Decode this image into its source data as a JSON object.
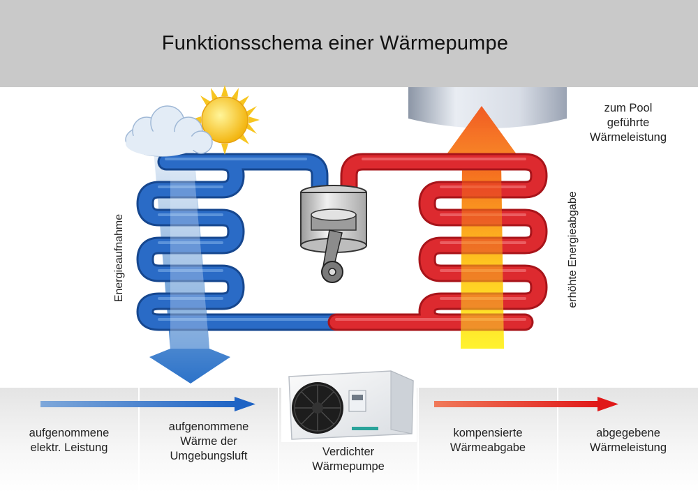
{
  "title": "Funktionsschema einer Wärmepumpe",
  "labels": {
    "pool_top": "zum Pool",
    "pool_mid": "geführte",
    "pool_bottom": "Wärmeleistung",
    "left_vertical": "Energieaufnahme",
    "right_vertical": "erhöhte Energieabgabe"
  },
  "bottom_panels": [
    {
      "line1": "aufgenommene",
      "line2": "elektr. Leistung",
      "line3": ""
    },
    {
      "line1": "aufgenommene",
      "line2": "Wärme der",
      "line3": "Umgebungsluft"
    },
    {
      "line1": "Verdichter",
      "line2": "Wärmepumpe",
      "line3": ""
    },
    {
      "line1": "kompensierte",
      "line2": "Wärmeabgabe",
      "line3": ""
    },
    {
      "line1": "abgegebene",
      "line2": "Wärmeleistung",
      "line3": ""
    }
  ],
  "colors": {
    "cold_pipe": "#1f5fb3",
    "hot_pipe": "#d3232a",
    "header_bg": "#c9c9c9",
    "cold_arrow": "#1a66c4",
    "hot_arrow": "#f28a1a",
    "sun": "#f6c21a"
  },
  "icons": [
    "sun-icon",
    "cloud-icon",
    "compressor-icon",
    "pool-icon",
    "heat-pump-unit-icon"
  ]
}
